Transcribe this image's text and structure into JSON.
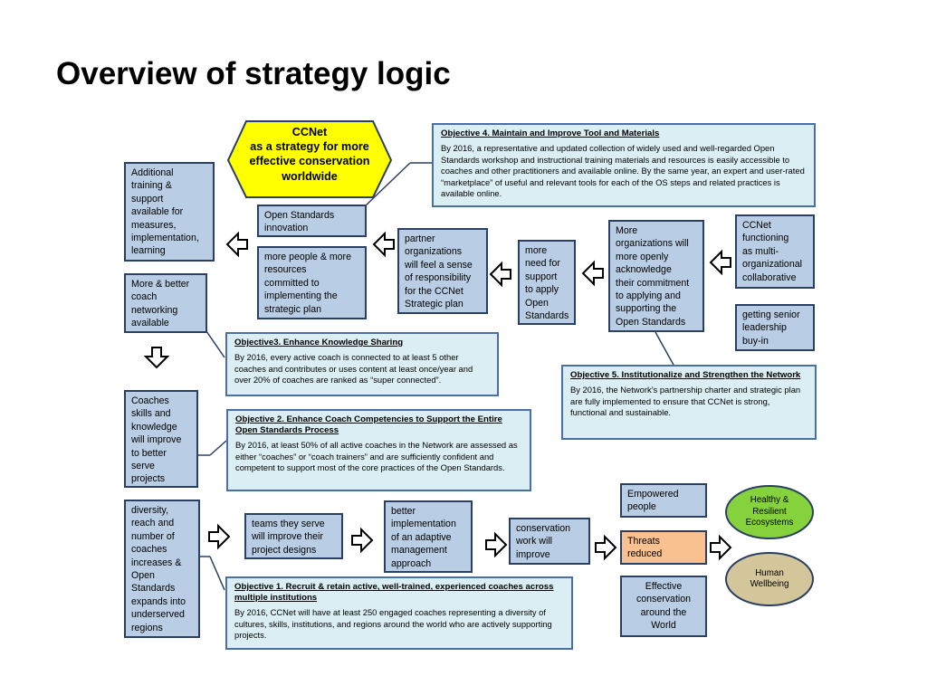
{
  "title": "Overview of strategy logic",
  "hexagon": "CCNet\nas a strategy for more\neffective conservation\nworldwide",
  "boxes": {
    "additional_training": "Additional\ntraining &\nsupport\navailable for\nmeasures,\nimplementation,\nlearning",
    "coach_networking": "More & better\ncoach\nnetworking\navailable",
    "coaches_skills": "Coaches\nskills and\nknowledge\nwill improve\nto better\nserve\nprojects",
    "diversity": "diversity,\nreach and\nnumber of\ncoaches\nincreases &\nOpen\nStandards\nexpands into\nunderserved\nregions",
    "os_innovation": "Open Standards\ninnovation",
    "more_people": "more people & more\nresources\ncommitted to\nimplementing the\nstrategic plan",
    "partner_orgs": "partner\norganizations\nwill feel a sense\nof responsibility\nfor the CCNet\nStrategic plan",
    "more_need": "more\nneed for\nsupport\nto apply\nOpen\nStandards",
    "more_orgs": "More\norganizations will\nmore openly\nacknowledge\ntheir commitment\nto applying and\nsupporting the\nOpen Standards",
    "ccnet_functioning": "CCNet\nfunctioning\nas multi-\norganizational\ncollaborative",
    "senior_leadership": "getting senior\nleadership\nbuy-in",
    "teams_improve": "teams they serve\nwill improve their\nproject designs",
    "better_implementation": "better\nimplementation\nof an adaptive\nmanagement\napproach",
    "conservation_work": "conservation\nwork will\nimprove",
    "empowered_people": "Empowered\npeople",
    "threats_reduced": "Threats\nreduced",
    "effective_conservation": "Effective\nconservation\naround the\nWorld"
  },
  "ellipses": {
    "healthy": "Healthy &\nResilient\nEcosystems",
    "human": "Human\nWellbeing"
  },
  "objectives": {
    "obj4": {
      "heading": "Objective 4. Maintain and Improve Tool and Materials",
      "body": "By 2016, a representative and updated collection of widely used and well-regarded Open Standards workshop and instructional training materials and resources is easily accessible to coaches and other practitioners and available online. By the same year, an expert and user-rated “marketplace” of useful and relevant tools for each of the OS steps and related practices is available online."
    },
    "obj3": {
      "heading": "Objective3. Enhance Knowledge Sharing",
      "body": "By 2016, every active coach is connected to at least 5 other coaches and contributes or uses content at least once/year and over 20% of coaches are ranked as “super connected”."
    },
    "obj5": {
      "heading": "Objective 5. Institutionalize and Strengthen the Network",
      "body": "By 2016, the Network’s partnership charter and strategic plan are fully implemented to ensure that CCNet is strong, functional and sustainable."
    },
    "obj2": {
      "heading": "Objective 2. Enhance Coach Competencies to Support the Entire Open Standards Process",
      "body": "By 2016, at least 50% of all active coaches in the Network are assessed as either “coaches” or “coach trainers” and are sufficiently confident and competent to support most of the core practices of the Open Standards."
    },
    "obj1": {
      "heading": "Objective 1. Recruit & retain active, well-trained, experienced coaches across multiple institutions",
      "body": "By 2016, CCNet will have at least 250 engaged coaches representing a diversity of cultures, skills, institutions, and regions around the world who are actively supporting projects."
    }
  },
  "colors": {
    "box_fill": "#b9cde4",
    "box_border": "#2b3f63",
    "objective_fill": "#dbeef4",
    "objective_border": "#4a6fa5",
    "hexagon_fill": "#ffff00",
    "threats_fill": "#f9c090",
    "healthy_fill": "#86d23c",
    "human_fill": "#d3c69b"
  },
  "icons": [
    "hollow-arrow-left-icon",
    "hollow-arrow-right-icon",
    "hollow-arrow-down-icon"
  ]
}
